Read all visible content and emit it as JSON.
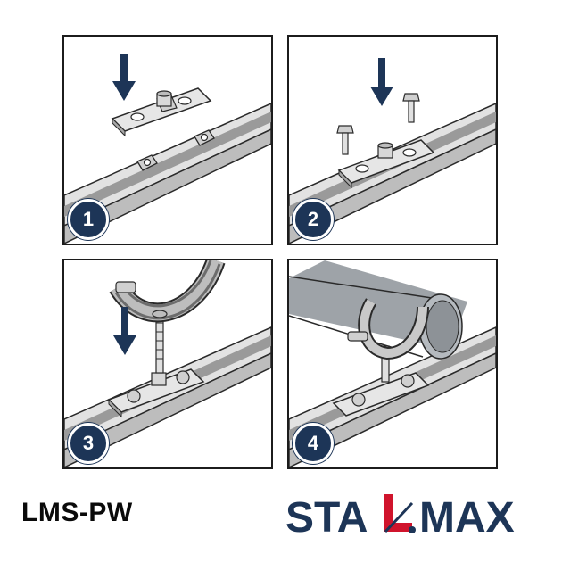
{
  "steps": [
    {
      "number": "1"
    },
    {
      "number": "2"
    },
    {
      "number": "3"
    },
    {
      "number": "4"
    }
  ],
  "product": {
    "model_code": "LMS-PW"
  },
  "brand": {
    "name": "STALMAX",
    "part1": "STA",
    "part2": "MAX",
    "color": "#1d3557",
    "accent": "#d0142c"
  },
  "colors": {
    "rail": "#d9d9d9",
    "rail_dark": "#8c8c8c",
    "pipe": "#9ea3a8",
    "outline": "#2a2a2a",
    "badge": "#1d3557"
  }
}
